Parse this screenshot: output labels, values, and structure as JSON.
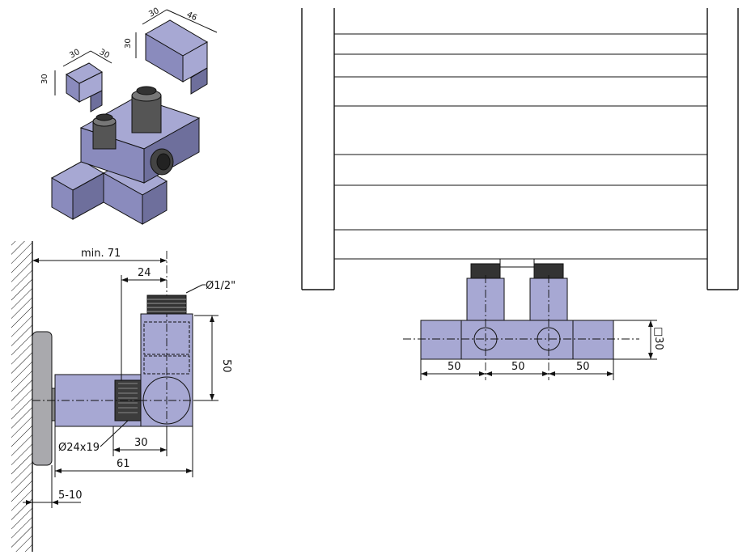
{
  "iso_labels": {
    "a_w": "30",
    "a_d": "30",
    "a_h": "30",
    "b_w": "30",
    "b_d": "46",
    "b_h": "30"
  },
  "side_view": {
    "min_width": "min. 71",
    "offset": "24",
    "thread": "Ø1/2\"",
    "height": "50",
    "nut": "Ø24x19",
    "depth": "30",
    "total": "61",
    "wall_gap": "5-10"
  },
  "front_view": {
    "spacing_left": "50",
    "spacing_middle": "50",
    "spacing_right": "50",
    "square": "□30"
  },
  "colors": {
    "body": "#a7a8d3",
    "shadow": "#6e6f9c",
    "line": "#111111"
  }
}
